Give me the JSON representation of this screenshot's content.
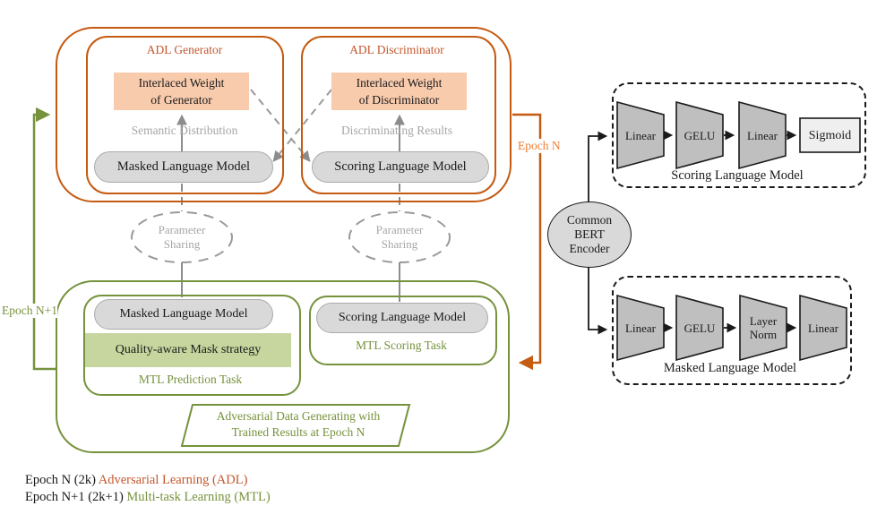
{
  "adl": {
    "generator": {
      "title": "ADL Generator",
      "interlaced": [
        "Interlaced Weight",
        "of Generator"
      ],
      "flow_label": "Semantic Distribution",
      "model": "Masked Language Model"
    },
    "discriminator": {
      "title": "ADL Discriminator",
      "interlaced": [
        "Interlaced Weight",
        "of Discriminator"
      ],
      "flow_label": "Discriminating Results",
      "model": "Scoring Language Model"
    },
    "epoch_label": "Epoch N"
  },
  "sharing": {
    "lines": [
      "Parameter",
      "Sharing"
    ]
  },
  "mtl": {
    "prediction_task": {
      "model": "Masked Language Model",
      "strategy": "Quality-aware Mask strategy",
      "title": "MTL Prediction Task"
    },
    "scoring_task": {
      "model": "Scoring Language Model",
      "title": "MTL Scoring Task"
    },
    "note": [
      "Adversarial Data Generating with",
      "Trained Results at Epoch N"
    ],
    "epoch_label": "Epoch N+1"
  },
  "bert": {
    "encoder": [
      "Common",
      "BERT",
      "Encoder"
    ],
    "scoring_head": {
      "layers": [
        "Linear",
        "GELU",
        "Linear",
        "Sigmoid"
      ],
      "title": "Scoring Language Model"
    },
    "masked_head": {
      "layers": [
        "Linear",
        "GELU",
        "Layer Norm",
        "Linear"
      ],
      "title": "Masked Language Model"
    }
  },
  "legend": {
    "line1_prefix": "Epoch N (2k) ",
    "line1_label": "Adversarial Learning (ADL)",
    "line2_prefix": "Epoch N+1 (2k+1) ",
    "line2_label": "Multi-task Learning (MTL)"
  },
  "colors": {
    "orange_border": "#C55A11",
    "orange_fill": "#F8CBAD",
    "orange_text": "#ED7D31",
    "green": "#76923C",
    "green_fill": "#C6D69E",
    "gray_fill": "#D9D9D9",
    "gray_text": "#A6A6A6",
    "trapezoid_fill": "#BFBFBF",
    "sigmoid_fill": "#EFEFEF"
  }
}
